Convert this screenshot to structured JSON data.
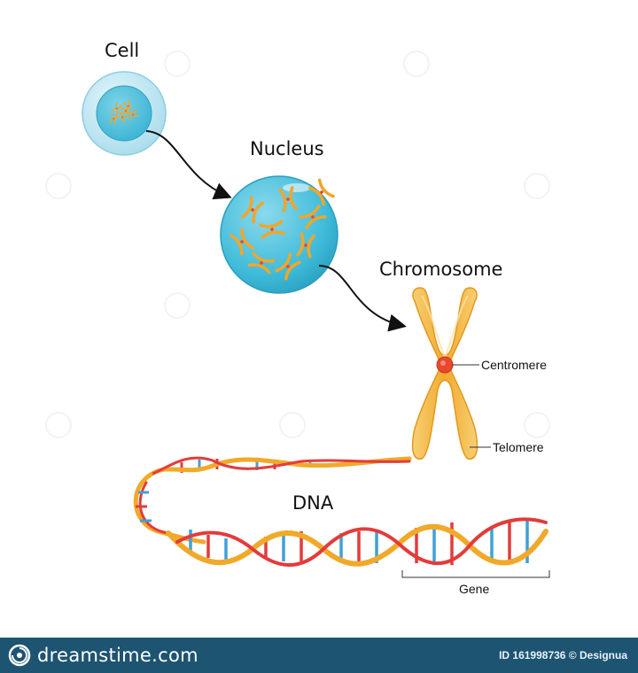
{
  "labels": {
    "cell": "Cell",
    "nucleus": "Nucleus",
    "chromosome": "Chromosome",
    "centromere": "Centromere",
    "telomere": "Telomere",
    "dna": "DNA",
    "gene": "Gene"
  },
  "footer": {
    "brand": "dreamstime.com",
    "credit": "ID 161998736 © Designua"
  },
  "colors": {
    "cell_fill": "#bfe7f3",
    "nucleus_fill": "#3fbbd9",
    "chromosome_fill": "#f3b13c",
    "centromere": "#e8482e",
    "dna_backbone": "#f1a92a",
    "dna_red": "#e33b3b",
    "dna_blue": "#3fa1d8",
    "footer_bg": "#1d5472"
  }
}
